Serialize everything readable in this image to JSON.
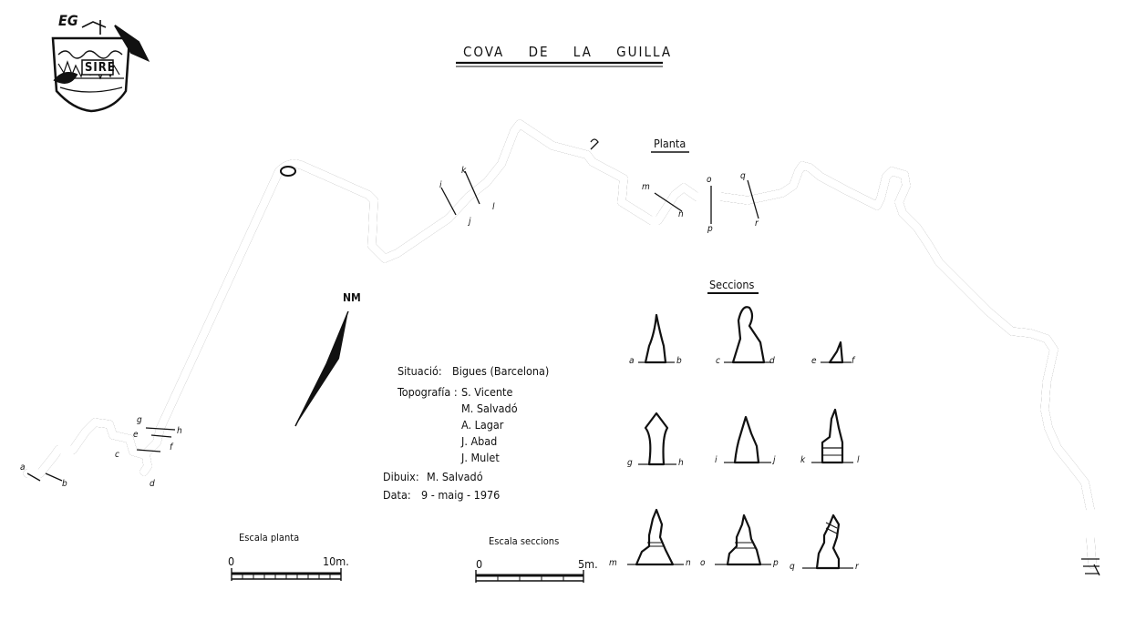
{
  "title": "COVA DE LA GUILLA",
  "logo_text": "SIRE",
  "logo_monogram": "EG",
  "plan_heading": "Planta",
  "sections_heading": "Seccions",
  "north_label": "NM",
  "info": {
    "situacio_label": "Situació:",
    "situacio_value": "Bigues (Barcelona)",
    "topografia_label": "Topografía :",
    "surveyors": [
      "S. Vicente",
      "M. Salvadó",
      "A. Lagar",
      "J. Abad",
      "J. Mulet"
    ],
    "dibuix_label": "Dibuix:",
    "dibuix_value": "M. Salvadó",
    "data_label": "Data:",
    "data_value": "9 - maig - 1976"
  },
  "scale_plan": {
    "label": "Escala planta",
    "start": "0",
    "end": "10m."
  },
  "scale_sections": {
    "label": "Escala seccions",
    "start": "0",
    "end": "5m."
  },
  "sections": [
    {
      "left": "a",
      "right": "b"
    },
    {
      "left": "c",
      "right": "d"
    },
    {
      "left": "e",
      "right": "f"
    },
    {
      "left": "g",
      "right": "h"
    },
    {
      "left": "i",
      "right": "j"
    },
    {
      "left": "k",
      "right": "l"
    },
    {
      "left": "m",
      "right": "n"
    },
    {
      "left": "o",
      "right": "p"
    },
    {
      "left": "q",
      "right": "r"
    }
  ],
  "plan_markers": [
    "a",
    "b",
    "c",
    "d",
    "e",
    "f",
    "g",
    "h",
    "i",
    "j",
    "k",
    "l",
    "m",
    "n",
    "o",
    "p",
    "q",
    "r"
  ]
}
